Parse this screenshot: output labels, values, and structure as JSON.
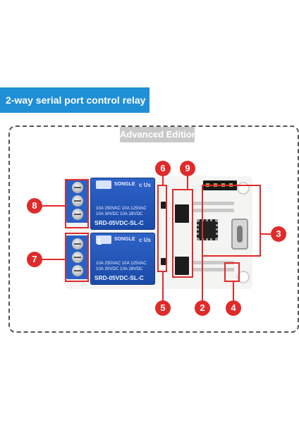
{
  "header": {
    "title": "2-way serial port control relay"
  },
  "edition_label": "Advanced Edition",
  "relays": [
    {
      "brand": "SONGLE",
      "cert": "c Us",
      "rating_line_1": "10A 250VAC  10A 125VAC",
      "rating_line_2": "10A  30VDC  10A  28VDC",
      "model": "SRD-05VDC-SL-C"
    },
    {
      "brand": "SONGLE",
      "cert": "c Us",
      "rating_line_1": "10A 250VAC  10A 125VAC",
      "rating_line_2": "10A  30VDC  10A  28VDC",
      "model": "SRD-05VDC-SL-C"
    }
  ],
  "relay_index_label": "1",
  "callouts": [
    "8",
    "7",
    "6",
    "9",
    "3",
    "5",
    "2",
    "4"
  ],
  "colors": {
    "accent": "#1f8fd6",
    "callout": "#e02a2a",
    "relay": "#2a62c4"
  }
}
